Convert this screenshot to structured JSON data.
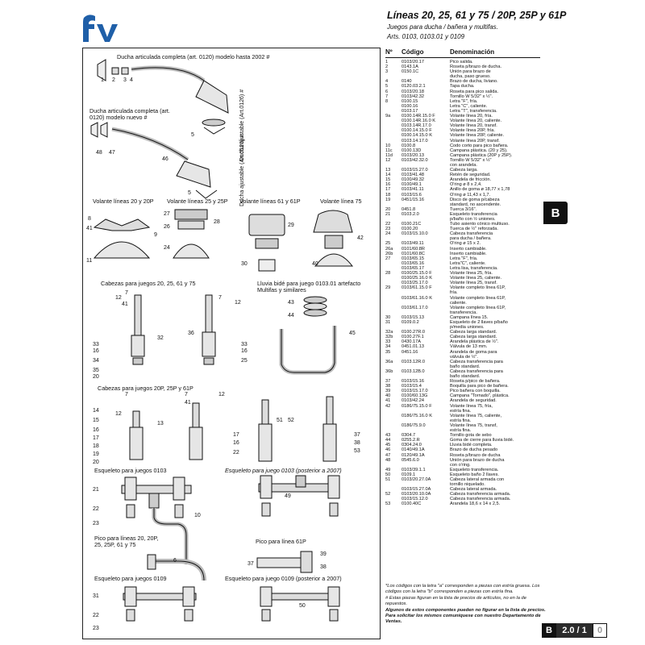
{
  "header": {
    "logo": "fv",
    "title": "Líneas 20, 25, 61 y 75 / 20P, 25P y 61P",
    "subtitle": "Juegos para ducha / bañera y multifas.",
    "arts": "Arts. 0103, 0103.01 y 0109"
  },
  "drawing": {
    "labels": {
      "ducha_2002": "Ducha articulada completa (art. 0120) modelo hasta 2002 #",
      "ducha_nuevo": "Ducha articulada completa (art. 0120) modelo nuevo #",
      "art0126_a": "Ducha ajustable (Art.0126) #",
      "art0126_b": "Ducha ajustable (Art.0126) #",
      "volante_20": "Volante líneas 20 y 20P",
      "volante_25": "Volante líneas 25 y 25P",
      "volante_61": "Volante líneas 61 y 61P",
      "volante_75": "Volante línea 75",
      "cabezas_a": "Cabezas para juegos 20, 25, 61 y 75",
      "lluvia": "Lluvia bidé para juego 0103.01 artefacto Multifas y similares",
      "cabezas_b": "Cabezas para juegos 20P, 25P y 61P",
      "esq_0103": "Esqueleto para juegos 0103",
      "esq_0103_post": "Esqueleto para juego 0103 (posterior a 2007)",
      "pico_lineas": "Pico para líneas 20, 20P, 25, 25P, 61 y 75",
      "pico_61p": "Pico para línea 61P",
      "esq_0109": "Esqueleto para juegos 0109",
      "esq_0109_post": "Esqueleto para juego 0109 (posterior a 2007)"
    },
    "numbers": {
      "n1": "1",
      "n2": "2",
      "n3": "3",
      "n4": "4",
      "n5a": "5",
      "n5b": "5",
      "n48": "48",
      "n47": "47",
      "n46": "46",
      "n8": "8",
      "n41": "41",
      "n9": "9",
      "n11": "11",
      "n27": "27",
      "n26": "26",
      "n24": "24",
      "n28": "28",
      "n29": "29",
      "n30": "30",
      "n42": "42",
      "n40": "40",
      "n12a": "12",
      "n7a": "7",
      "n41b": "41",
      "n32": "32",
      "n33": "33",
      "n16": "16",
      "n34": "34",
      "n35": "35",
      "n20": "20",
      "n36": "36",
      "n7b": "7",
      "n12b": "12",
      "n33b": "33",
      "n16b": "16",
      "n25": "25",
      "n43": "43",
      "n44": "44",
      "n45": "45",
      "n12c": "12",
      "n7c": "7",
      "n14": "14",
      "n15": "15",
      "n13": "13",
      "n16c": "16",
      "n17": "17",
      "n18": "18",
      "n19": "19",
      "n20b": "20",
      "n7d": "7",
      "n41c": "41",
      "n12d": "12",
      "n17b": "17",
      "n16d": "16",
      "n22a": "22",
      "n51": "51",
      "n52": "52",
      "n37": "37",
      "n38": "38",
      "n53": "53",
      "n21": "21",
      "n22": "22",
      "n23": "23",
      "n10": "10",
      "n49": "49",
      "n6": "6",
      "n39": "39",
      "n31": "31",
      "n22b": "22",
      "n23b": "23",
      "n50": "50"
    }
  },
  "table": {
    "col_n": "Nº",
    "col_code": "Código",
    "col_desc": "Denominación",
    "rows": [
      [
        "1",
        "0103/20.17",
        "Pico salida."
      ],
      [
        "2",
        "0143.1A",
        "Roseta p/brazo de ducha."
      ],
      [
        "3",
        "0150.1C",
        "Unión para brazo de"
      ],
      [
        "",
        "",
        "ducha, paso grueso."
      ],
      [
        "4",
        "0140",
        "Brazo de ducha, liviano."
      ],
      [
        "5",
        "0120.03.2.1",
        "Tapa ducha."
      ],
      [
        "6",
        "0103/20.18",
        "Roseta para pico salida."
      ],
      [
        "7",
        "0103/42.32",
        "Tornillo W 5/32\" x ½\"."
      ],
      [
        "8",
        "0100.15",
        "Letra \"F\", fría."
      ],
      [
        "",
        "0100.16",
        "Letra \"C\", caliente."
      ],
      [
        "",
        "0103.17",
        "Letra \"T\", transferencia."
      ],
      [
        "9a",
        "0100.14R.15.0 F",
        "Volante línea 20, fría."
      ],
      [
        "",
        "0100.14R.16.0 K",
        "Volante línea 20, caliente."
      ],
      [
        "",
        "0103.14R.17.0",
        "Volante línea 20, transf."
      ],
      [
        "",
        "0100.14.15.0 F",
        "Volante línea 20P, fría."
      ],
      [
        "",
        "0100.14.15.0 K",
        "Volante línea 20P, caliente."
      ],
      [
        "",
        "0103.14.17.0",
        "Volante línea 20P, transf."
      ],
      [
        "10",
        "0100.8",
        "Codo corto para pico bañera."
      ],
      [
        "11c",
        "0100.13D",
        "Campana plástica. (20 y 25)."
      ],
      [
        "11d",
        "0103/20.13",
        "Campana plástica (20P y 25P)."
      ],
      [
        "12",
        "0103/42.32.0",
        "Tornillo W 5/32\" x ½\""
      ],
      [
        "",
        "",
        "con arandela."
      ],
      [
        "13",
        "0103/15.27.0",
        "Cabeza larga."
      ],
      [
        "14",
        "0103/41.48",
        "Retén de seguridad."
      ],
      [
        "15",
        "0100/49.32",
        "Arandela de fricción."
      ],
      [
        "16",
        "0100/49.1",
        "O'ring ø 8 x 2,4."
      ],
      [
        "17",
        "0103/41.11",
        "Anillo de goma ø 18,77 x 1,78"
      ],
      [
        "18",
        "0103/15.6",
        "O'ring ø 11,43 x 1,7."
      ],
      [
        "19",
        "0451/15.16",
        "Disco de goma p/cabeza"
      ],
      [
        "",
        "",
        "standard, no ascendente."
      ],
      [
        "20",
        "0451.8",
        "Tuerca 3/16\"."
      ],
      [
        "21",
        "0103.2.0",
        "Esqueleto transferencia"
      ],
      [
        "",
        "",
        "p/baño con ½ uniones."
      ],
      [
        "22",
        "0100.21C",
        "Tubo asiento cónico multiuso."
      ],
      [
        "23",
        "0100.20",
        "Tuerca de ½\" reforzada."
      ],
      [
        "24",
        "0103/15.10.0",
        "Cabeza transferencia"
      ],
      [
        "",
        "",
        "para ducha / bañera."
      ],
      [
        "25",
        "0103/49.11",
        "O'ring ø 15 x 2."
      ],
      [
        "26a",
        "0101/60.8R",
        "Inserto cambiable."
      ],
      [
        "26b",
        "0101/60.8C",
        "Inserto cambiable."
      ],
      [
        "27",
        "0103/65.15",
        "Letra \"F\", fría."
      ],
      [
        "",
        "0103/65.16",
        "Letra\"C\", caliente."
      ],
      [
        "",
        "0103/65.17",
        "Letra lisa, transferencia."
      ],
      [
        "28",
        "0100/25.15.0 F",
        "Volante línea 25, fría."
      ],
      [
        "",
        "0100/25.16.0 K",
        "Volante línea 25, caliente."
      ],
      [
        "",
        "0103/25.17.0",
        "Volante línea 25, transf."
      ],
      [
        "29",
        "0103/61.15.0 F",
        "Volante completo línea 61P,"
      ],
      [
        "",
        "",
        "fría."
      ],
      [
        "",
        "0103/61.16.0 K",
        "Volante completo línea 61P,"
      ],
      [
        "",
        "",
        "caliente."
      ],
      [
        "",
        "0103/61.17.0",
        "Volante completo línea 61P,"
      ],
      [
        "",
        "",
        "transferencia."
      ],
      [
        "30",
        "0103/15.13",
        "Campana línea 15."
      ],
      [
        "31",
        "0109.0.2",
        "Esqueleto de 2 llaves p/baño"
      ],
      [
        "",
        "",
        "p/media uniones."
      ],
      [
        "32a",
        "0100.27R.0",
        "Cabeza larga standard."
      ],
      [
        "32b",
        "0100.27F.1",
        "Cabeza larga standard."
      ],
      [
        "33",
        "0430.17A",
        "Arandela plástica de ½\"."
      ],
      [
        "34",
        "0451.01.13",
        "Válvula de 13 mm."
      ],
      [
        "35",
        "0451.16",
        "Arandela de goma para"
      ],
      [
        "",
        "",
        "válvula de ½\"."
      ],
      [
        "36a",
        "0103.12R.0",
        "Cabeza transferencia para"
      ],
      [
        "",
        "",
        "baño standard."
      ],
      [
        "36b",
        "0103.12B.0",
        "Cabeza transferencia para"
      ],
      [
        "",
        "",
        "baño standard."
      ],
      [
        "37",
        "0103/15.16",
        "Roseta p/pico de bañera."
      ],
      [
        "38",
        "0103/15.4",
        "Boquilla para pico de bañera."
      ],
      [
        "39",
        "0103/15.17.0",
        "Pico bañera con boquilla."
      ],
      [
        "40",
        "0100/60.13G",
        "Campana \"Tornado\", plástica."
      ],
      [
        "41",
        "0103/42.24",
        "Arandela de seguridad."
      ],
      [
        "42",
        "0186/75.15.0 F",
        "Volante línea 75, fría,"
      ],
      [
        "",
        "",
        "estría fina."
      ],
      [
        "",
        "0186/75.16.0 K",
        "Volante línea 75, caliente,"
      ],
      [
        "",
        "",
        "estría fina."
      ],
      [
        "",
        "0186/75.9.0",
        "Volante línea 75, transf,"
      ],
      [
        "",
        "",
        "estría fina."
      ],
      [
        "43",
        "0304.7",
        "Tornillo gota de sebo"
      ],
      [
        "44",
        "0255.2.R",
        "Goma de cierre para lluvia bidé."
      ],
      [
        "45",
        "0304.24.0",
        "Lluvia bidé completa."
      ],
      [
        "46",
        "0140/49.1A",
        "Brazo de ducha pesado"
      ],
      [
        "47",
        "0120/49.1A",
        "Roseta p/brazo de ducha"
      ],
      [
        "48",
        "0545.6.0",
        "Unión para brazo de ducha"
      ],
      [
        "",
        "",
        "con o'ring."
      ],
      [
        "49",
        "0103/39.1.1",
        "Esqueleto transferencia."
      ],
      [
        "50",
        "0109.1",
        "Esqueleto baño 2 llaves."
      ],
      [
        "51",
        "0103/20.27.0A",
        "Cabeza lateral armada con"
      ],
      [
        "",
        "",
        "tornillo niquelado."
      ],
      [
        "",
        "0103/15.27.0A",
        "Cabeza lateral armada."
      ],
      [
        "52",
        "0103/20.10.0A",
        "Cabeza transferencia armada."
      ],
      [
        "",
        "0103/15.12.0",
        "Cabeza transferencia armada."
      ],
      [
        "53",
        "0100.40C",
        "Arandela 18,6 x 14 x 2,5."
      ]
    ]
  },
  "notes": {
    "n1": "*Los códigos con la letra \"a\" corresponden a piezas con estría gruesa. Los códigos con la letra \"b\" corresponden a piezas con estría fina.",
    "n2": "# Estas piezas figuran en la lista de precios de artículos, no en la de repuestos.",
    "n3": "Algunos de estos componentes pueden no figurar en la lista de precios. Para solicitar los mismos comuníquese con nuestro Departamento de Ventas."
  },
  "tab": "B",
  "pagecode": {
    "letter": "B",
    "mid": "2.0 / 1",
    "right": "0"
  }
}
